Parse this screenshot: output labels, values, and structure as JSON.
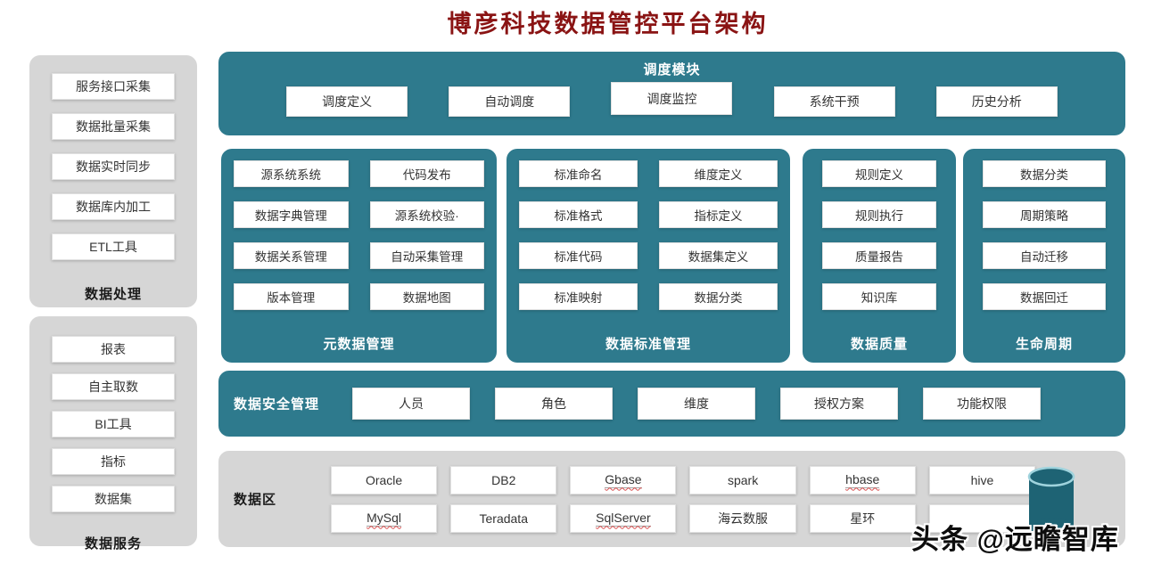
{
  "title": "博彦科技数据管控平台架构",
  "colors": {
    "teal": "#2e7a8d",
    "cylinder_teal": "#1e6374",
    "panel_gray": "#d6d6d6",
    "title_red": "#8a1414",
    "spellcheck_red": "#d94f4f"
  },
  "sidebar": {
    "data_processing": {
      "label": "数据处理",
      "items": [
        "服务接口采集",
        "数据批量采集",
        "数据实时同步",
        "数据库内加工",
        "ETL工具"
      ]
    },
    "data_service": {
      "label": "数据服务",
      "items": [
        "报表",
        "自主取数",
        "BI工具",
        "指标",
        "数据集"
      ]
    }
  },
  "scheduler": {
    "title": "调度模块",
    "items": [
      "调度定义",
      "自动调度",
      "调度监控",
      "系统干预",
      "历史分析"
    ]
  },
  "panels": [
    {
      "label": "元数据管理",
      "items": [
        "源系统系统",
        "代码发布",
        "数据字典管理",
        "源系统校验·",
        "数据关系管理",
        "自动采集管理",
        "版本管理",
        "数据地图"
      ]
    },
    {
      "label": "数据标准管理",
      "items": [
        "标准命名",
        "维度定义",
        "标准格式",
        "指标定义",
        "标准代码",
        "数据集定义",
        "标准映射",
        "数据分类"
      ]
    },
    {
      "label": "数据质量",
      "items": [
        "规则定义",
        "规则执行",
        "质量报告",
        "知识库"
      ]
    },
    {
      "label": "生命周期",
      "items": [
        "数据分类",
        "周期策略",
        "自动迁移",
        "数据回迁"
      ]
    }
  ],
  "security": {
    "label": "数据安全管理",
    "items": [
      "人员",
      "角色",
      "维度",
      "授权方案",
      "功能权限"
    ]
  },
  "data_zone": {
    "label": "数据区",
    "row1": [
      "Oracle",
      "DB2",
      "Gbase",
      "spark",
      "hbase",
      "hive"
    ],
    "row2": [
      "MySql",
      "Teradata",
      "SqlServer",
      "海云数服",
      "星环",
      ""
    ],
    "spellchecked_items": [
      "Gbase",
      "hbase",
      "MySql",
      "SqlServer"
    ],
    "icon": "database-cylinder-icon"
  },
  "watermark": {
    "text": "头条 @远瞻智库"
  }
}
